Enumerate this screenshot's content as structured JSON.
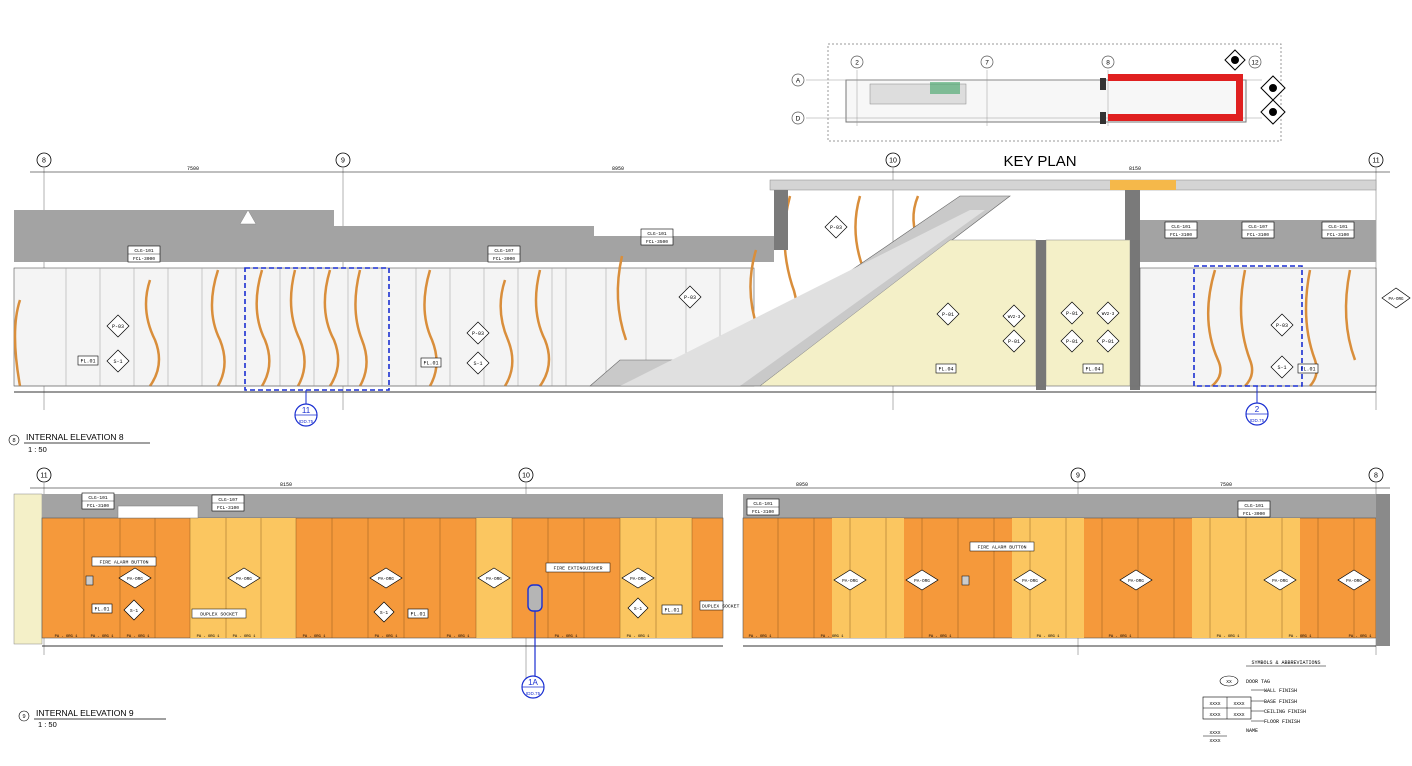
{
  "key_plan": {
    "title": "KEY PLAN",
    "grid_top": [
      "2",
      "7",
      "8",
      "12"
    ],
    "grid_side": [
      "A",
      "D"
    ]
  },
  "elev8": {
    "title": "INTERNAL ELEVATION 8",
    "scale": "1 : 50",
    "number": "8",
    "grid": [
      "8",
      "9",
      "10",
      "11"
    ],
    "dims": {
      "d1": "7500",
      "d2": "8950",
      "d3": "8150"
    },
    "ceiling_tags": [
      {
        "a": "CLG-101",
        "b": "FCL-3000"
      },
      {
        "a": "CLG-107",
        "b": "FCL-3000"
      },
      {
        "a": "CLG-101",
        "b": "FCL-3500"
      },
      {
        "a": "CLG-101",
        "b": "FCL-3100"
      },
      {
        "a": "CLG-107",
        "b": "FCL-3100"
      },
      {
        "a": "CLG-101",
        "b": "FCL-3100"
      }
    ],
    "floor_tags": [
      "FL.01",
      "FL.01",
      "FL.04",
      "FL.04",
      "FL.01"
    ],
    "diamonds": [
      "P-03",
      "S-1",
      "P-03",
      "S-1",
      "P-03",
      "P-03",
      "P-01",
      "P-01",
      "P-01",
      "P-01",
      "P-01",
      "WV2-3",
      "WV2-3",
      "P-03",
      "S-1",
      "PA-ORG"
    ],
    "callouts": [
      {
        "num": "11",
        "ref": "IDD.75"
      },
      {
        "num": "2",
        "ref": "IDD.75"
      }
    ]
  },
  "elev9": {
    "title": "INTERNAL ELEVATION 9",
    "scale": "1 : 50",
    "number": "9",
    "grid": [
      "11",
      "10",
      "9",
      "8"
    ],
    "dims": {
      "d1": "8150",
      "d2": "8950",
      "d3": "7500"
    },
    "ceiling_tags": [
      {
        "a": "CLG-101",
        "b": "FCL-3100"
      },
      {
        "a": "CLG-107",
        "b": "FCL-3100"
      },
      {
        "a": "CLG-101",
        "b": "FCL-3100"
      },
      {
        "a": "CLG-101",
        "b": "FCL-3000"
      }
    ],
    "labels": [
      "FIRE ALARM BUTTON",
      "FIRE EXTINGUISHER",
      "FIRE ALARM BUTTON",
      "DUPLEX SOCKET",
      "DUPLEX SOCKET"
    ],
    "floor_tags": [
      "FL.01",
      "FL.01",
      "FL.01"
    ],
    "diamond_tags": [
      "PA-ORG",
      "S-1"
    ],
    "base_tag": "PA - ORG 1",
    "callout": {
      "num": "1A",
      "ref": "IDD.75"
    }
  },
  "legend": {
    "title": "SYMBOLS & ABBREVIATIONS",
    "door_tag": "DOOR TAG",
    "wall_finish": "WALL FINISH",
    "base_finish": "BASE FINISH",
    "ceiling_finish": "CEILING FINISH",
    "floor_finish": "FLOOR FINISH",
    "name": "NAME",
    "xx": "XX",
    "xxxx": "XXXX"
  },
  "colors": {
    "ceiling_grey": "#a3a3a3",
    "orange": "#f5993b",
    "light_orange": "#fbc660",
    "wood_stripe": "#d98e3b",
    "sand": "#f4f0c8",
    "callout_blue": "#1a2fd1",
    "key_red": "#e02020"
  }
}
